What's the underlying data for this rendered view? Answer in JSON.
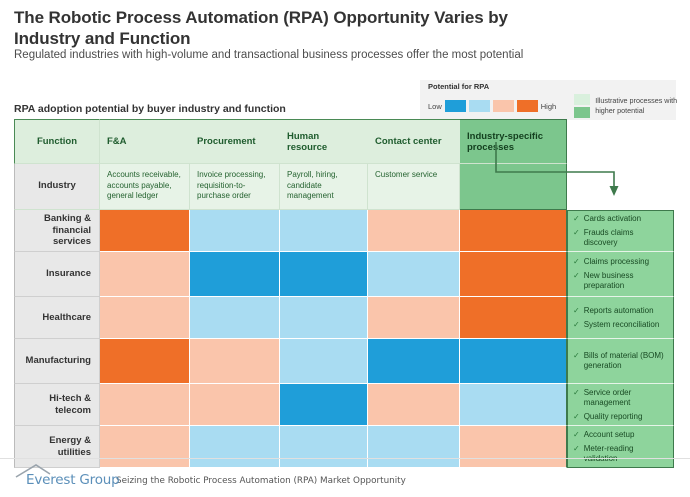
{
  "header": {
    "title": "The Robotic Process Automation (RPA) Opportunity Varies by Industry and Function",
    "subtitle": "Regulated industries with high-volume and transactional business processes offer the most potential",
    "section_label": "RPA adoption potential by buyer industry and function"
  },
  "legend": {
    "title": "Potential for RPA",
    "low_label": "Low",
    "high_label": "High",
    "scale_colors": [
      "#1f9ed9",
      "#a9dcf2",
      "#fac5ab",
      "#ef6f28"
    ],
    "note": "Illustrative processes with higher potential",
    "note_colors": [
      "#d9f0dd",
      "#7cc68d"
    ]
  },
  "colors": {
    "dark_blue": "#1f9ed9",
    "light_blue": "#a9dcf2",
    "light_orange": "#fac5ab",
    "dark_orange": "#ef6f28",
    "green_header": "#ddeedd",
    "green_sub": "#e7f3e7",
    "green_process": "#8ed49c",
    "green_border": "#3e7a4c",
    "row_label_bg": "#e8e8e8"
  },
  "table": {
    "corner_header": "Function",
    "corner_sub": "Industry",
    "columns": [
      {
        "header": "F&A",
        "examples": "Accounts receivable, accounts payable, general ledger"
      },
      {
        "header": "Procurement",
        "examples": "Invoice processing, requisition-to-purchase order"
      },
      {
        "header": "Human resource",
        "examples": "Payroll, hiring, candidate management"
      },
      {
        "header": "Contact center",
        "examples": "Customer service"
      },
      {
        "header": "Industry-specific processes",
        "examples": ""
      }
    ],
    "rows": [
      {
        "industry": "Banking & financial services",
        "ratings": [
          "high",
          "mid-low",
          "mid-low",
          "mid-high",
          "high"
        ],
        "processes": [
          "Cards activation",
          "Frauds claims discovery"
        ]
      },
      {
        "industry": "Insurance",
        "ratings": [
          "mid-high",
          "low",
          "low",
          "mid-low",
          "high"
        ],
        "processes": [
          "Claims processing",
          "New business preparation"
        ]
      },
      {
        "industry": "Healthcare",
        "ratings": [
          "mid-high",
          "mid-low",
          "mid-low",
          "mid-high",
          "high"
        ],
        "processes": [
          "Reports automation",
          "System reconciliation"
        ]
      },
      {
        "industry": "Manufacturing",
        "ratings": [
          "high",
          "mid-high",
          "mid-low",
          "low",
          "low"
        ],
        "processes": [
          "Bills of material (BOM) generation"
        ]
      },
      {
        "industry": "Hi-tech & telecom",
        "ratings": [
          "mid-high",
          "mid-high",
          "low",
          "mid-high",
          "mid-low"
        ],
        "processes": [
          "Service order management",
          "Quality reporting"
        ]
      },
      {
        "industry": "Energy & utilities",
        "ratings": [
          "mid-high",
          "mid-low",
          "mid-low",
          "mid-low",
          "mid-high"
        ],
        "processes": [
          "Account setup",
          "Meter-reading validation"
        ]
      }
    ]
  },
  "footer": {
    "brand": "Everest Group",
    "text": "Seizing the Robotic Process Automation (RPA) Market Opportunity"
  }
}
